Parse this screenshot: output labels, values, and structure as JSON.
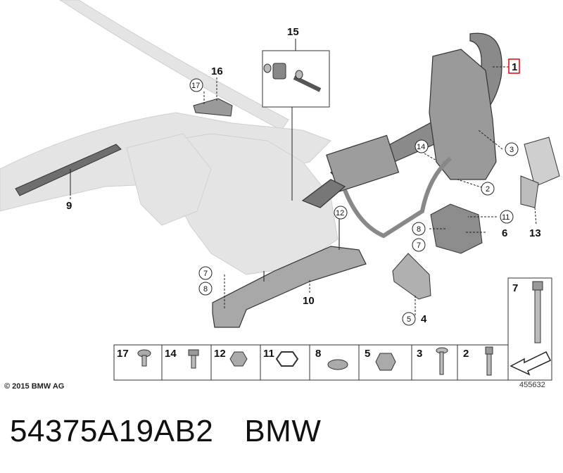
{
  "callouts": {
    "c1": "1",
    "c2": "2",
    "c3": "3",
    "c4": "4",
    "c5": "5",
    "c6": "6",
    "c7a": "7",
    "c7b": "7",
    "c8a": "8",
    "c8b": "8",
    "c9": "9",
    "c10": "10",
    "c11": "11",
    "c12": "12",
    "c13": "13",
    "c14": "14",
    "c15": "15",
    "c16": "16",
    "c17": "17",
    "c5b": "5",
    "c7c": "7"
  },
  "legend": [
    "17",
    "14",
    "12",
    "11",
    "8",
    "5",
    "3",
    "2"
  ],
  "copyright": "© 2015 BMW AG",
  "drawing_number": "455632",
  "part_code": "54375A19AB2",
  "brand": "BMW"
}
